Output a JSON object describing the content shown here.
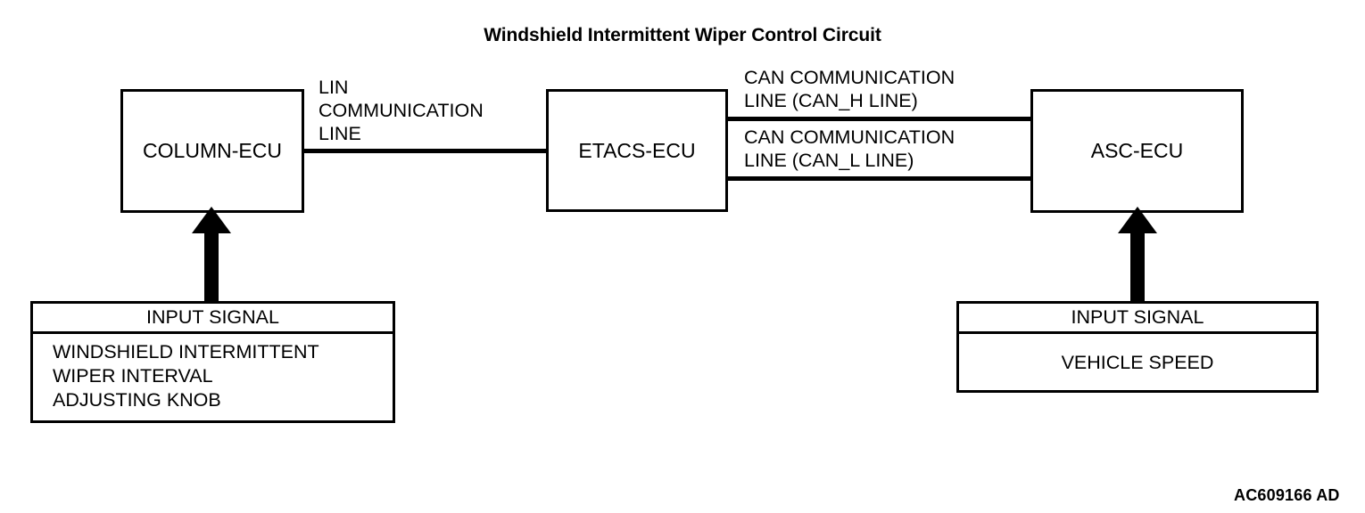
{
  "title": "Windshield Intermittent Wiper Control Circuit",
  "reference_code": "AC609166 AD",
  "colors": {
    "line": "#000000",
    "background": "#ffffff",
    "text": "#000000"
  },
  "ecus": {
    "column": "COLUMN-ECU",
    "etacs": "ETACS-ECU",
    "asc": "ASC-ECU"
  },
  "communication_lines": {
    "lin": "LIN\nCOMMUNICATION\nLINE",
    "can_h": "CAN COMMUNICATION\nLINE (CAN_H LINE)",
    "can_l": "CAN COMMUNICATION\nLINE (CAN_L LINE)"
  },
  "input_signals": {
    "left": {
      "header": "INPUT SIGNAL",
      "body": "WINDSHIELD INTERMITTENT\nWIPER INTERVAL\nADJUSTING KNOB"
    },
    "right": {
      "header": "INPUT SIGNAL",
      "body": "VEHICLE SPEED"
    }
  }
}
